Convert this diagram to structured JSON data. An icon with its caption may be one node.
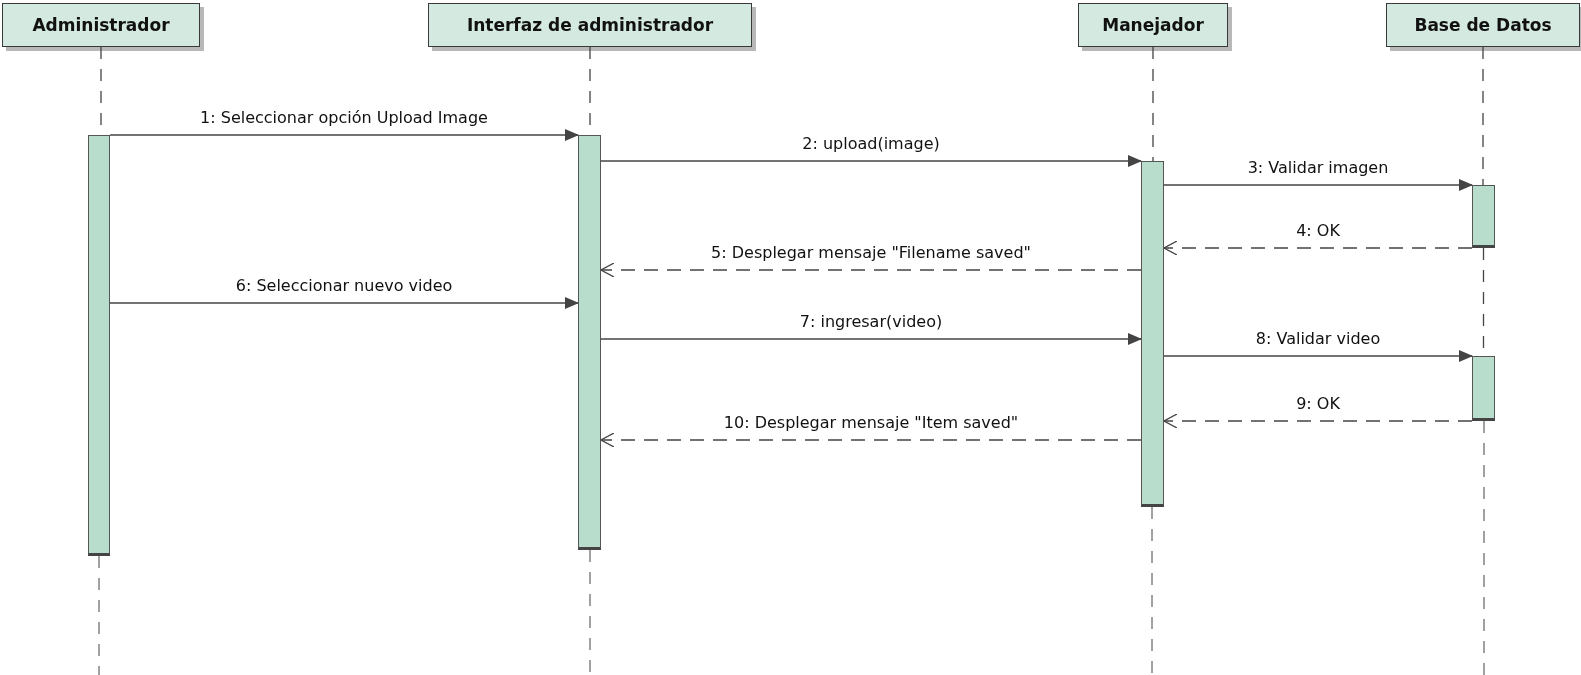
{
  "diagram": {
    "nodes": [
      {
        "text": [
          "Administrador"
        ]
      },
      {
        "text": [
          "Interfaz de administrador"
        ]
      },
      {
        "text": [
          "Manejador"
        ]
      },
      {
        "text": [
          "Base de Datos"
        ]
      },
      {
        "text": [],
        "shape": "bar"
      },
      {
        "text": [],
        "shape": "bar"
      },
      {
        "text": [],
        "shape": "bar"
      },
      {
        "text": [],
        "shape": "bar"
      },
      {
        "text": [],
        "shape": "bar"
      }
    ],
    "edges": [
      {
        "from": 4,
        "to": 5,
        "arrow": "to",
        "label": "1: Seleccionar opción Upload Image"
      },
      {
        "from": 5,
        "to": 6,
        "arrow": "to",
        "label": "2: upload(image)"
      },
      {
        "from": 6,
        "to": 7,
        "arrow": "to",
        "label": "3: Validar imagen"
      },
      {
        "from": 7,
        "to": 6,
        "arrow": "to",
        "label": "4: OK",
        "style": "dashed"
      },
      {
        "from": 6,
        "to": 5,
        "arrow": "to",
        "label": "5: Desplegar mensaje \"Filename saved\"",
        "style": "dashed"
      },
      {
        "from": 4,
        "to": 5,
        "arrow": "to",
        "label": "6: Seleccionar nuevo video"
      },
      {
        "from": 5,
        "to": 6,
        "arrow": "to",
        "label": "7: ingresar(video)"
      },
      {
        "from": 6,
        "to": 8,
        "arrow": "to",
        "label": "8: Validar video"
      },
      {
        "from": 8,
        "to": 6,
        "arrow": "to",
        "label": "9: OK",
        "style": "dashed"
      },
      {
        "from": 6,
        "to": 5,
        "arrow": "to",
        "label": "10: Desplegar mensaje \"Item saved\"",
        "style": "dashed"
      },
      {
        "from": 0,
        "to": 4,
        "arrow": "none",
        "style": "dashed"
      },
      {
        "from": 1,
        "to": 5,
        "arrow": "none",
        "style": "dashed"
      },
      {
        "from": 2,
        "to": 6,
        "arrow": "none",
        "style": "dashed"
      },
      {
        "from": 3,
        "to": 7,
        "arrow": "none",
        "style": "dashed"
      },
      {
        "from": 7,
        "to": 8,
        "arrow": "none",
        "style": "dashed"
      }
    ]
  }
}
